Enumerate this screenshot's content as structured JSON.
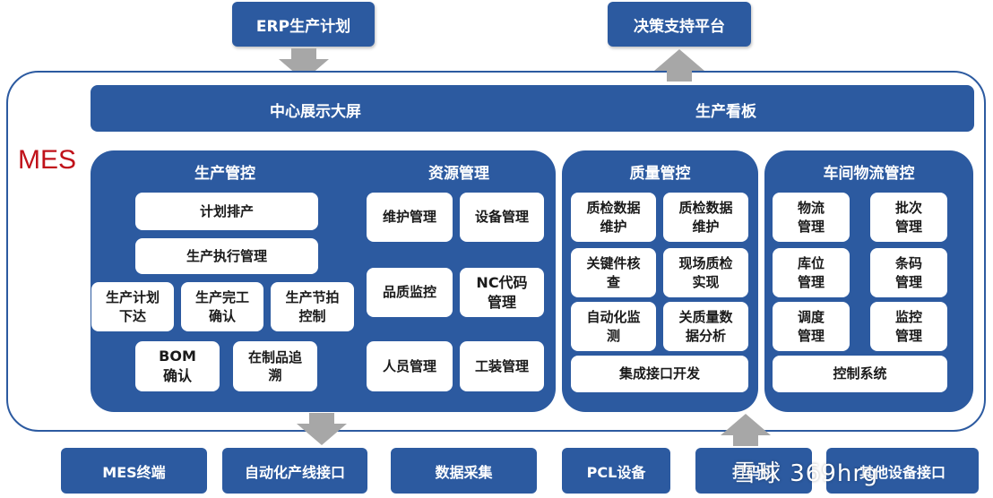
{
  "top": {
    "erp": "ERP生产计划",
    "decision": "决策支持平台"
  },
  "mes_label": "MES",
  "display_bar": {
    "left": "中心展示大屏",
    "right": "生产看板"
  },
  "panels": {
    "production": {
      "title": "生产管控",
      "items": [
        "计划排产",
        "生产执行管理",
        "生产计划\n下达",
        "生产完工\n确认",
        "生产节拍\n控制",
        "BOM\n确认",
        "在制品追\n溯"
      ]
    },
    "resource": {
      "title": "资源管理",
      "items": [
        "维护管理",
        "设备管理",
        "品质监控",
        "NC代码\n管理",
        "人员管理",
        "工装管理"
      ]
    },
    "quality": {
      "title": "质量管控",
      "items": [
        "质检数据\n维护",
        "质检数据\n维护",
        "关键件核\n查",
        "现场质检\n实现",
        "自动化监\n测",
        "关质量数\n据分析",
        "集成接口开发"
      ]
    },
    "logistics": {
      "title": "车间物流管控",
      "items": [
        "物流\n管理",
        "批次\n管理",
        "库位\n管理",
        "条码\n管理",
        "调度\n管理",
        "监控\n管理",
        "控制系统"
      ]
    }
  },
  "bottom": [
    "MES终端",
    "自动化产线接口",
    "数据采集",
    "PCL设备",
    "打码机",
    "其他设备接口"
  ],
  "watermark": "雪球 369hrg",
  "colors": {
    "navy": "#2c5aa0",
    "mes_red": "#c0121a",
    "arrow_gray": "#a7a7a7"
  }
}
